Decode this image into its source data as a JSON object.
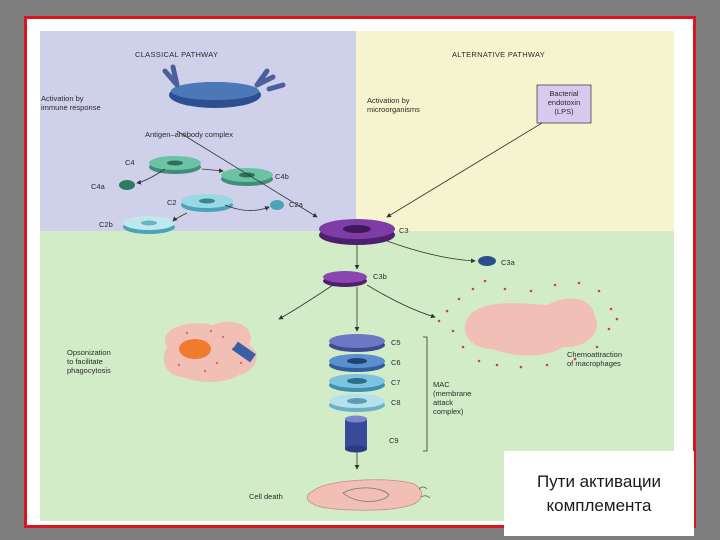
{
  "headers": {
    "classical": "CLASSICAL PATHWAY",
    "alternative": "ALTERNATIVE PATHWAY"
  },
  "labels": {
    "activation_immune": [
      "Activation by",
      "immune response"
    ],
    "antigen_antibody": "Antigen–antibody complex",
    "activation_micro": [
      "Activation by",
      "microorganisms"
    ],
    "bacterial_endotoxin": [
      "Bacterial",
      "endotoxin",
      "(LPS)"
    ],
    "c4": "C4",
    "c4a": "C4a",
    "c4b": "C4b",
    "c2": "C2",
    "c2a": "C2a",
    "c2b": "C2b",
    "c3": "C3",
    "c3a": "C3a",
    "c3b": "C3b",
    "c5": "C5",
    "c6": "C6",
    "c7": "C7",
    "c8": "C8",
    "c9": "C9",
    "opsonization": [
      "Opsonization",
      "to facilitate",
      "phagocytosis"
    ],
    "chemoattraction": [
      "Chemoattraction",
      "of macrophages"
    ],
    "mac": [
      "MAC",
      "(membrane",
      "attack",
      "complex)"
    ],
    "cell_death": "Cell death"
  },
  "caption": {
    "line1": "Пути активации",
    "line2": "комплемента"
  },
  "colors": {
    "frame": "#d8161c",
    "classical_bg": "#cfd0ea",
    "alternative_bg": "#f6f3cf",
    "lower_bg": "#d2ecc8",
    "c3_purple": "#6a2e8e",
    "c4_green": "#5fb39b",
    "c2_blue": "#7ccad6",
    "phagocyte_orange": "#f07b2c"
  }
}
